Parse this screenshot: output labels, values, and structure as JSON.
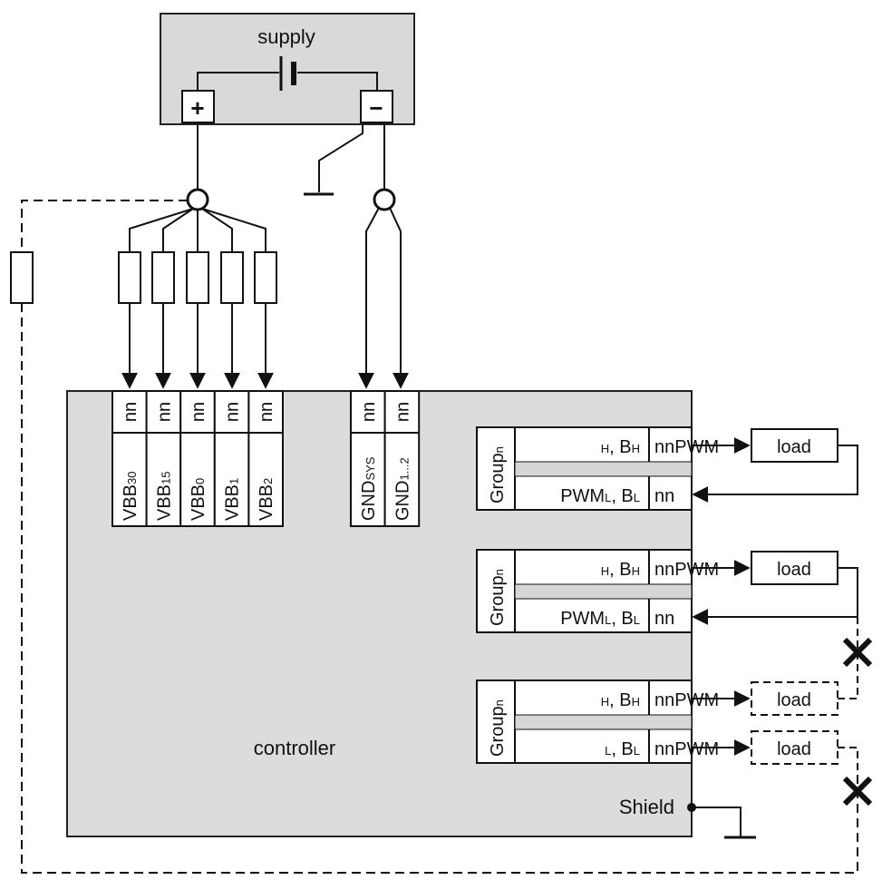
{
  "supply": {
    "label": "supply",
    "plus": "+",
    "minus": "−"
  },
  "controller": {
    "label": "controller",
    "shield_label": "Shield"
  },
  "vbb_pins": [
    {
      "nn": "nn",
      "base": "VBB",
      "sub": "30"
    },
    {
      "nn": "nn",
      "base": "VBB",
      "sub": "15"
    },
    {
      "nn": "nn",
      "base": "VBB",
      "sub": "0"
    },
    {
      "nn": "nn",
      "base": "VBB",
      "sub": "1"
    },
    {
      "nn": "nn",
      "base": "VBB",
      "sub": "2"
    }
  ],
  "gnd_pins": [
    {
      "nn": "nn",
      "base": "GND",
      "sub": "SYS"
    },
    {
      "nn": "nn",
      "base": "GND",
      "sub": "1...2"
    }
  ],
  "groups": [
    {
      "label_base": "Group",
      "label_sub": "n",
      "high": {
        "prefix": "H",
        "text": ", B",
        "sub": "H",
        "pin": "nnPWM"
      },
      "low": {
        "prefix": "PWM",
        "prefix_sub": "L",
        "text": ", B",
        "sub": "L",
        "pin": "nn"
      },
      "loads": [
        "load"
      ]
    },
    {
      "label_base": "Group",
      "label_sub": "n",
      "high": {
        "prefix": "H",
        "text": ", B",
        "sub": "H",
        "pin": "nnPWM"
      },
      "low": {
        "prefix": "PWM",
        "prefix_sub": "L",
        "text": ", B",
        "sub": "L",
        "pin": "nn"
      },
      "loads": [
        "load"
      ]
    },
    {
      "label_base": "Group",
      "label_sub": "n",
      "high": {
        "prefix": "H",
        "text": ", B",
        "sub": "H",
        "pin": "nnPWM"
      },
      "low": {
        "prefix": "L",
        "text": ", B",
        "sub": "L",
        "pin": "nnPWM"
      },
      "loads": [
        "load",
        "load"
      ]
    }
  ]
}
